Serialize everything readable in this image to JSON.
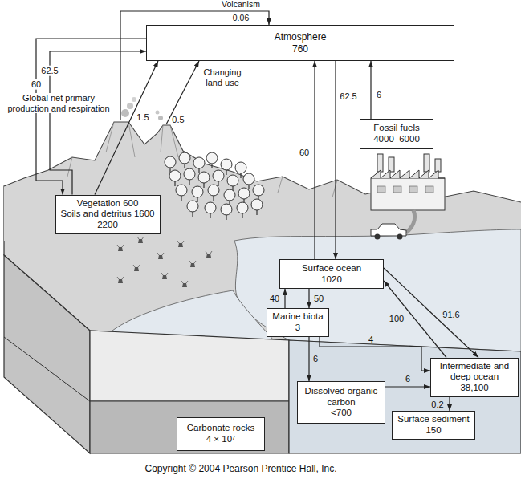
{
  "diagram": {
    "caption": "Copyright © 2004 Pearson Prentice Hall, Inc.",
    "nodes": [
      {
        "text": [
          "Atmosphere",
          "760"
        ]
      },
      {
        "text": [
          "Fossil fuels",
          "4000–6000"
        ]
      },
      {
        "text": [
          "Vegetation 600",
          "Soils and detritus 1600",
          "2200"
        ]
      },
      {
        "text": [
          "Surface ocean",
          "1020"
        ]
      },
      {
        "text": [
          "Marine biota",
          "3"
        ]
      },
      {
        "text": [
          "Intermediate and deep ocean",
          "38,100"
        ]
      },
      {
        "text": [
          "Dissolved organic carbon",
          "<700"
        ]
      },
      {
        "text": [
          "Carbonate rocks",
          "4 × 10⁷"
        ]
      },
      {
        "text": [
          "Surface sediment",
          "150"
        ]
      }
    ],
    "edges": [
      {
        "from": 0,
        "to": 2,
        "arrow": "to",
        "label": "60"
      },
      {
        "from": 2,
        "to": 0,
        "arrow": "to",
        "label": "62.5"
      },
      {
        "from": 2,
        "to": 0,
        "arrow": "to",
        "label": "1.5"
      },
      {
        "from": 1,
        "to": 0,
        "arrow": "to",
        "label": "6"
      },
      {
        "from": 3,
        "to": 0,
        "arrow": "to",
        "label": "60"
      },
      {
        "from": 0,
        "to": 3,
        "arrow": "to",
        "label": "62.5"
      },
      {
        "from": 4,
        "to": 3,
        "arrow": "to",
        "label": "40"
      },
      {
        "from": 3,
        "to": 4,
        "arrow": "to",
        "label": "50"
      },
      {
        "from": 4,
        "to": 6,
        "arrow": "to",
        "label": "6"
      },
      {
        "from": 4,
        "to": 5,
        "arrow": "to",
        "label": "4"
      },
      {
        "from": 6,
        "to": 5,
        "arrow": "to",
        "label": "6"
      },
      {
        "from": 5,
        "to": 3,
        "arrow": "to",
        "label": "100"
      },
      {
        "from": 3,
        "to": 5,
        "arrow": "to",
        "label": "91.6"
      },
      {
        "from": 5,
        "to": 8,
        "arrow": "to",
        "label": "0.2"
      }
    ],
    "labels": [
      "Volcanism",
      "0.06",
      "Global net primary production and respiration",
      "Changing land use",
      "0.5"
    ]
  }
}
